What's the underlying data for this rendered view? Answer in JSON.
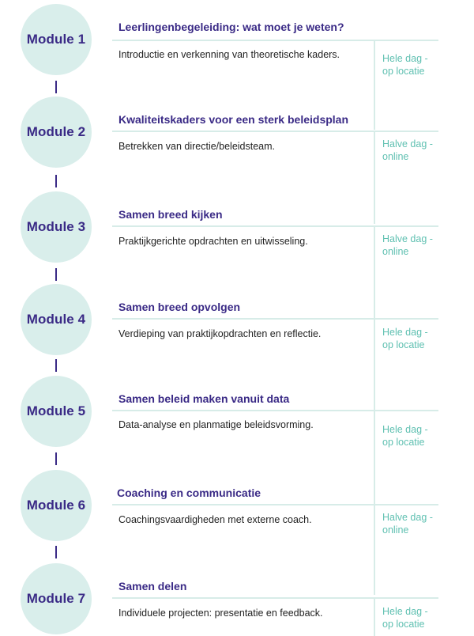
{
  "colors": {
    "circle": "#d9eeeb",
    "heading": "#3a2a86",
    "connector": "#3a2a86",
    "rule": "#d7ece8",
    "format_text": "#5fc0b1",
    "body_text": "#222222"
  },
  "modules": [
    {
      "label": "Module 1",
      "title": "Leerlingenbegeleiding: wat moet je weten?",
      "description": "Introductie en verkenning van theoretische kaders.",
      "format_line1": "Hele dag -",
      "format_line2": "op locatie"
    },
    {
      "label": "Module 2",
      "title": "Kwaliteitskaders voor een sterk beleidsplan",
      "description": "Betrekken van directie/beleidsteam.",
      "format_line1": "Halve dag -",
      "format_line2": "online"
    },
    {
      "label": "Module 3",
      "title": "Samen breed kijken",
      "description": "Praktijkgerichte opdrachten en uitwisseling.",
      "format_line1": "Halve dag -",
      "format_line2": "online"
    },
    {
      "label": "Module 4",
      "title": "Samen breed opvolgen",
      "description": "Verdieping van praktijkopdrachten en reflectie.",
      "format_line1": "Hele dag -",
      "format_line2": "op locatie"
    },
    {
      "label": "Module 5",
      "title": "Samen beleid maken vanuit data",
      "description": "Data-analyse en planmatige beleidsvorming.",
      "format_line1": "Hele dag -",
      "format_line2": "op locatie"
    },
    {
      "label": "Module 6",
      "title": "Coaching en communicatie",
      "description": "Coachingsvaardigheden met externe coach.",
      "format_line1": "Halve dag -",
      "format_line2": "online"
    },
    {
      "label": "Module 7",
      "title": "Samen delen",
      "description": "Individuele projecten: presentatie en feedback.",
      "format_line1": "Hele dag -",
      "format_line2": "op locatie"
    }
  ]
}
